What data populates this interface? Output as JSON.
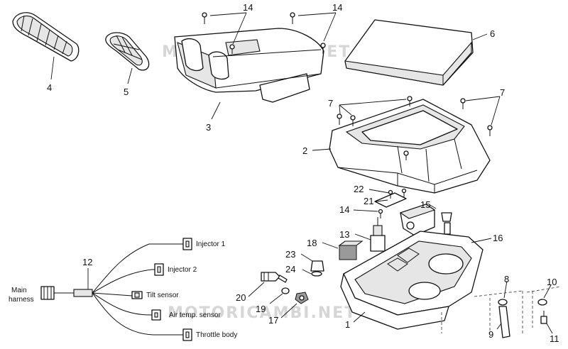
{
  "watermark": "MOTORICAMBI.NET",
  "colors": {
    "line": "#111111",
    "watermark": "#d6d6d6",
    "fill_light": "#e6e6e6",
    "fill_dark": "#9a9a9a"
  },
  "parts": {
    "p1": "1",
    "p2": "2",
    "p3": "3",
    "p4": "4",
    "p5": "5",
    "p6": "6",
    "p7a": "7",
    "p7b": "7",
    "p8": "8",
    "p9": "9",
    "p10": "10",
    "p11": "11",
    "p12": "12",
    "p13": "13",
    "p14a": "14",
    "p14b": "14",
    "p14c": "14",
    "p15": "15",
    "p16": "16",
    "p17": "17",
    "p18": "18",
    "p19": "19",
    "p20": "20",
    "p21": "21",
    "p22": "22",
    "p23": "23",
    "p24": "24"
  },
  "harness": {
    "main_line1": "Main",
    "main_line2": "harness",
    "injector1": "Injector 1",
    "injector2": "Injector 2",
    "tilt_sensor": "Tilt sensor",
    "air_temp_sensor": "Air temp. sensor",
    "throttle_body": "Throttle body"
  }
}
